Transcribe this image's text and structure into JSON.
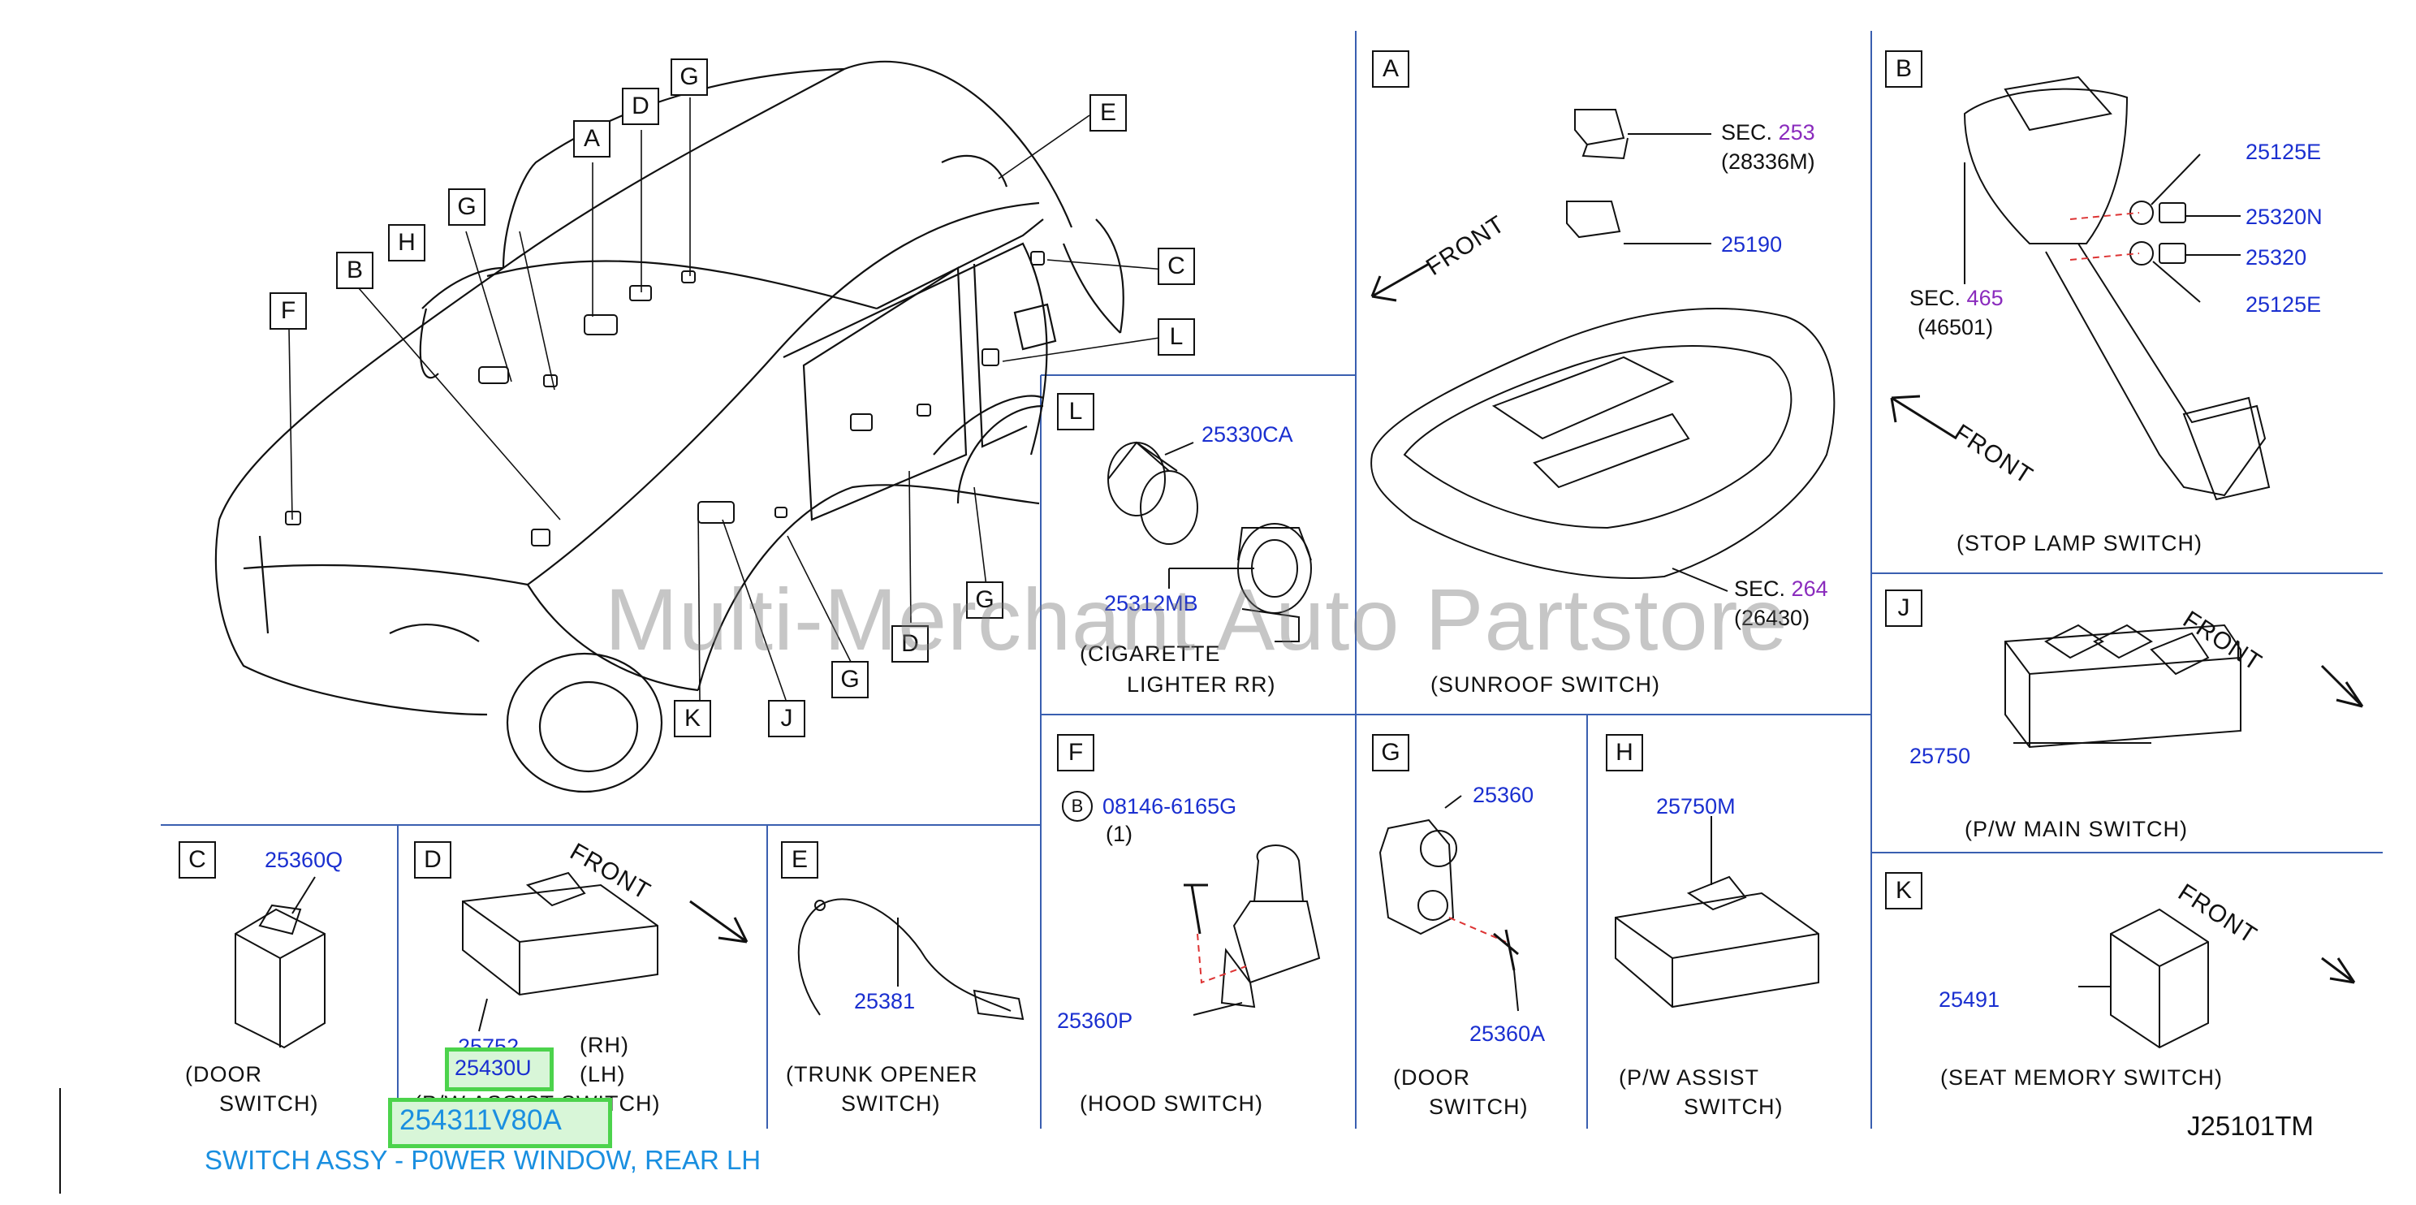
{
  "watermark": "Multi-Merchant Auto Partstore",
  "diagram_ref": "J25101TM",
  "highlight": {
    "part_number": "254311V80A",
    "description": "SWITCH ASSY - P0WER WINDOW, REAR LH"
  },
  "front_label": "FRONT",
  "vehicle_callouts": [
    "A",
    "B",
    "C",
    "D",
    "E",
    "F",
    "G",
    "H",
    "J",
    "K",
    "L"
  ],
  "panels": {
    "A": {
      "letter": "A",
      "sec1_text": "SEC.",
      "sec1_num": "253",
      "sec1_code": "(28336M)",
      "part1": "25190",
      "sec2_text": "SEC.",
      "sec2_num": "264",
      "sec2_code": "(26430)",
      "caption": "(SUNROOF   SWITCH)"
    },
    "B": {
      "letter": "B",
      "p1": "25125E",
      "p2": "25320N",
      "p3": "25320",
      "p4": "25125E",
      "sec_text": "SEC.",
      "sec_num": "465",
      "sec_code": "(46501)",
      "caption": "(STOP   LAMP   SWITCH)"
    },
    "L": {
      "letter": "L",
      "p1": "25330CA",
      "p2": "25312MB",
      "caption1": "(CIGARETTE",
      "caption2": "LIGHTER   RR)"
    },
    "J": {
      "letter": "J",
      "p1": "25750",
      "caption": "(P/W   MAIN   SWITCH)"
    },
    "K": {
      "letter": "K",
      "p1": "25491",
      "caption": "(SEAT   MEMORY   SWITCH)"
    },
    "C": {
      "letter": "C",
      "p1": "25360Q",
      "caption1": "(DOOR",
      "caption2": "SWITCH)"
    },
    "D": {
      "letter": "D",
      "p_rh": "25752",
      "rh": "(RH)",
      "p_lh": "25430U",
      "lh": "(LH)",
      "caption": "(P/W   ASSIST   SWITCH)"
    },
    "E": {
      "letter": "E",
      "p1": "25381",
      "caption1": "(TRUNK   OPENER",
      "caption2": "SWITCH)"
    },
    "F": {
      "letter": "F",
      "bolt_marker": "B",
      "bolt_pn": "08146-6165G",
      "bolt_qty": "(1)",
      "p1": "25360P",
      "caption": "(HOOD   SWITCH)"
    },
    "G": {
      "letter": "G",
      "p1": "25360",
      "p2": "25360A",
      "caption1": "(DOOR",
      "caption2": "SWITCH)"
    },
    "H": {
      "letter": "H",
      "p1": "25750M",
      "caption1": "(P/W   ASSIST",
      "caption2": "SWITCH)"
    }
  }
}
